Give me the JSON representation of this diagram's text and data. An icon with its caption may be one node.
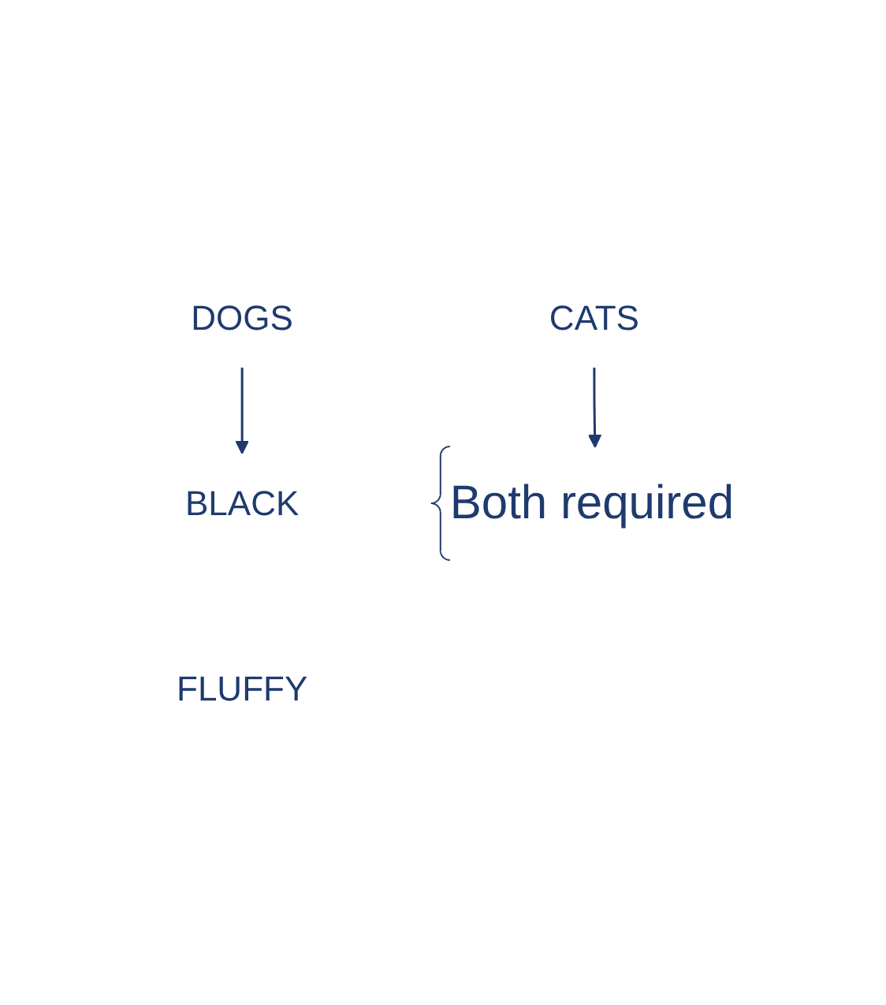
{
  "diagram": {
    "nodes": [
      {
        "text": [
          "CATS"
        ]
      },
      {
        "text": [
          "DOGS"
        ]
      },
      {
        "text": [
          "BLACK"
        ]
      },
      {
        "text": [
          "FLUFFY"
        ]
      },
      {
        "text": [
          "Both required"
        ]
      }
    ],
    "edges": [
      {
        "from": 0,
        "to": 4,
        "arrow": "to"
      },
      {
        "from": 1,
        "to": 2,
        "arrow": "to"
      }
    ]
  }
}
